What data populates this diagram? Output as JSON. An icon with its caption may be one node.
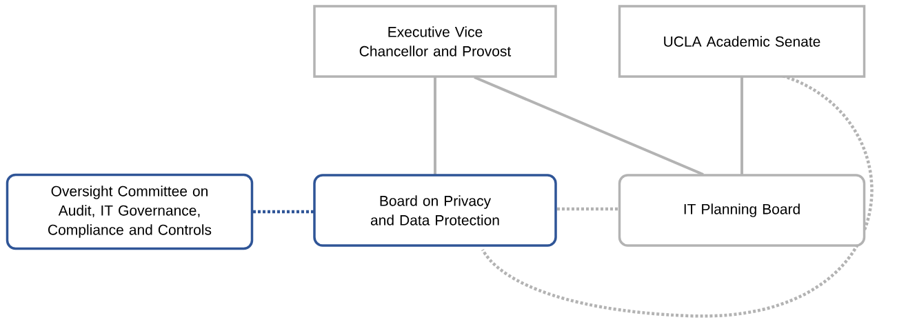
{
  "diagram": {
    "nodes": [
      {
        "text": [
          "Executive Vice Chancellor and Provost"
        ]
      },
      {
        "text": [
          "UCLA Academic Senate"
        ]
      },
      {
        "text": [
          "Oversight Committee on Audit, IT Governance, Compliance and Controls"
        ]
      },
      {
        "text": [
          "Board on Privacy and Data Protection"
        ]
      },
      {
        "text": [
          "IT Planning Board"
        ]
      }
    ],
    "edges": [
      {
        "from": 0,
        "to": 3,
        "arrow": "none"
      },
      {
        "from": 0,
        "to": 4,
        "arrow": "none"
      },
      {
        "from": 1,
        "to": 4,
        "arrow": "none"
      },
      {
        "from": 2,
        "to": 3,
        "arrow": "none",
        "style": "dashed",
        "color": "#2f5597"
      },
      {
        "from": 3,
        "to": 4,
        "arrow": "none",
        "style": "dashed"
      },
      {
        "from": 1,
        "to": 3,
        "arrow": "none",
        "style": "dashed"
      }
    ]
  }
}
